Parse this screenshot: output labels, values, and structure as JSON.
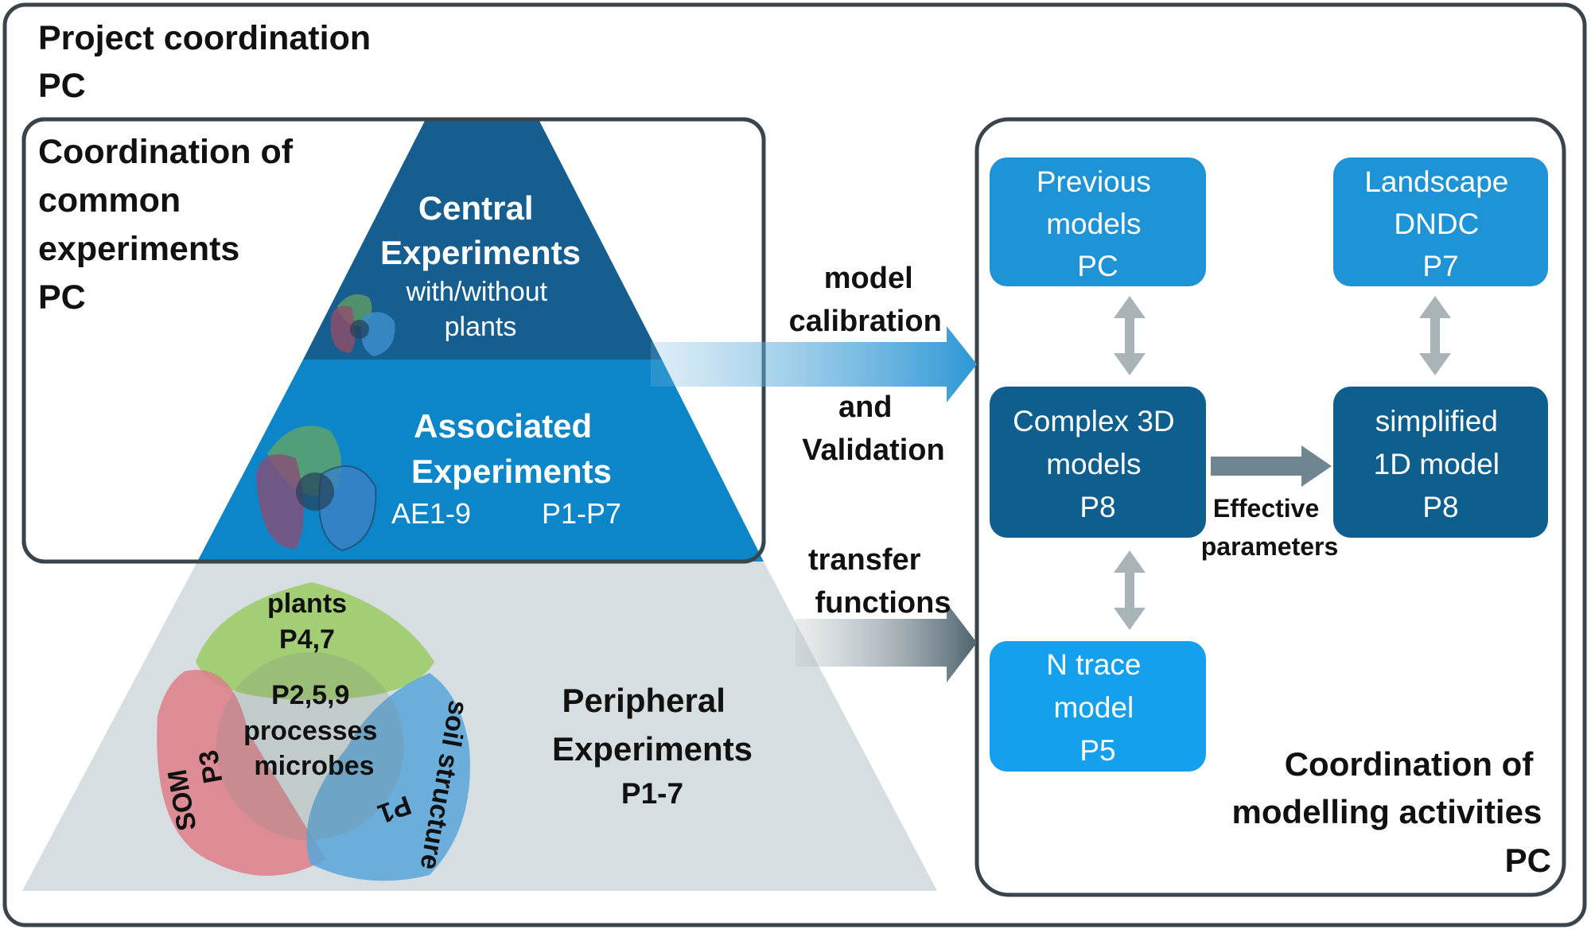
{
  "outer": {
    "title_line1": "Project coordination",
    "title_line2": "PC"
  },
  "experiments_box": {
    "label_lines": [
      "Coordination of",
      "common",
      "experiments",
      "PC"
    ]
  },
  "pyramid": {
    "central": {
      "title_line1": "Central",
      "title_line2": "Experiments",
      "sub_line1": "with/without",
      "sub_line2": "plants"
    },
    "associated": {
      "title_line1": "Associated",
      "title_line2": "Experiments",
      "code_left": "AE1-9",
      "code_right": "P1-P7"
    },
    "peripheral": {
      "title_line1": "Peripheral",
      "title_line2": "Experiments",
      "code": "P1-7"
    }
  },
  "venn": {
    "plants": "plants",
    "plants_code": "P4,7",
    "center_code": "P2,5,9",
    "center_line2": "processes",
    "center_line3": "microbes",
    "som": "SOM",
    "som_code": "P3",
    "soil": "soil structure",
    "soil_code": "P1"
  },
  "arrows": {
    "upper_line1": "model",
    "upper_line2": "calibration",
    "upper_line3": "and",
    "upper_line4": "Validation",
    "lower_line1": "transfer",
    "lower_line2": "functions",
    "effective_line1": "Effective",
    "effective_line2": "parameters"
  },
  "modelling_box": {
    "label_line1": "Coordination of",
    "label_line2": "modelling activities",
    "label_line3": "PC",
    "boxes": [
      {
        "lines": [
          "Previous",
          "models",
          "PC"
        ]
      },
      {
        "lines": [
          "Landscape",
          "DNDC",
          "P7"
        ]
      },
      {
        "lines": [
          "Complex 3D",
          "models",
          "P8"
        ]
      },
      {
        "lines": [
          "simplified",
          "1D model",
          "P8"
        ]
      },
      {
        "lines": [
          "N trace",
          "model",
          "P5"
        ]
      }
    ]
  },
  "colors": {
    "central": "#165E8F",
    "associated": "#0D86C9",
    "peripheral": "#D7DEE1",
    "box_light": "#1E93D6",
    "box_dark": "#0F5F8E",
    "box_ntrace": "#14A0EC",
    "border": "#3A454B",
    "arrow_blue": "#4DA3D6",
    "arrow_grey": "#6F8690",
    "venn_green": "#9ACB62",
    "venn_red": "#DE7E87",
    "venn_blue": "#58A6D9"
  }
}
